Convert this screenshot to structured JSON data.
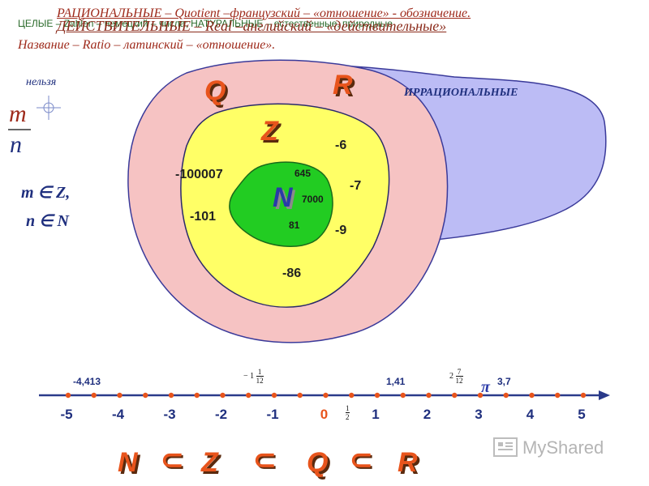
{
  "header": {
    "line1_over_a": "РАЦИОНАЛЬНЫЕ – Quotient –французский – «отношение» - обозначение.",
    "line1_over_b": "ДЕЙСТВИТЕЛЬНЫЕ – Real –английский – «действительные»",
    "line1_under": "ЦЕЛЫЕ – Zahlen – немецкий – числа; НАТУРАЛЬНЫЕ – естественные, природные",
    "line2": "Название – Ratio – латинский – «отношение»."
  },
  "left": {
    "nelzya": "нельзя",
    "frac_m": "m",
    "frac_n": "n",
    "m_in_Z": "m ∈ Z,",
    "n_in_N": "n ∈ N"
  },
  "sets": {
    "Q": "Q",
    "R": "R",
    "Z": "Z",
    "N": "N",
    "irrational_label": "ИРРАЦИОНАЛЬНЫЕ"
  },
  "numbers": {
    "n645": "645",
    "n7000": "7000",
    "n81": "81",
    "n_m6": "-6",
    "n_m7": "-7",
    "n_m9": "-9",
    "n_m86": "-86",
    "n_m100007": "-100007",
    "n_m101": "-101"
  },
  "numberline": {
    "ticks": [
      "-5",
      "-4",
      "-3",
      "-2",
      "-1",
      "0",
      "1",
      "2",
      "3",
      "4",
      "5"
    ],
    "above": {
      "v1": "-4,413",
      "v2_sign": "−",
      "v2_whole": "1",
      "v2_num": "1",
      "v2_den": "12",
      "v3": "1,41",
      "v4_whole": "2",
      "v4_num": "7",
      "v4_den": "12",
      "pi": "π",
      "v5": "3,7"
    },
    "below": {
      "half_num": "1",
      "half_den": "2"
    }
  },
  "chain": {
    "N": "N",
    "Z": "Z",
    "Q": "Q",
    "R": "R",
    "subset": "⊂"
  },
  "watermark": "MyShared",
  "colors": {
    "outer_pink": "#f6c3c3",
    "blue": "#bcbcf5",
    "yellow": "#ffff66",
    "green": "#22cc22",
    "orange": "#e8541c",
    "axis": "#2a3a8a"
  }
}
